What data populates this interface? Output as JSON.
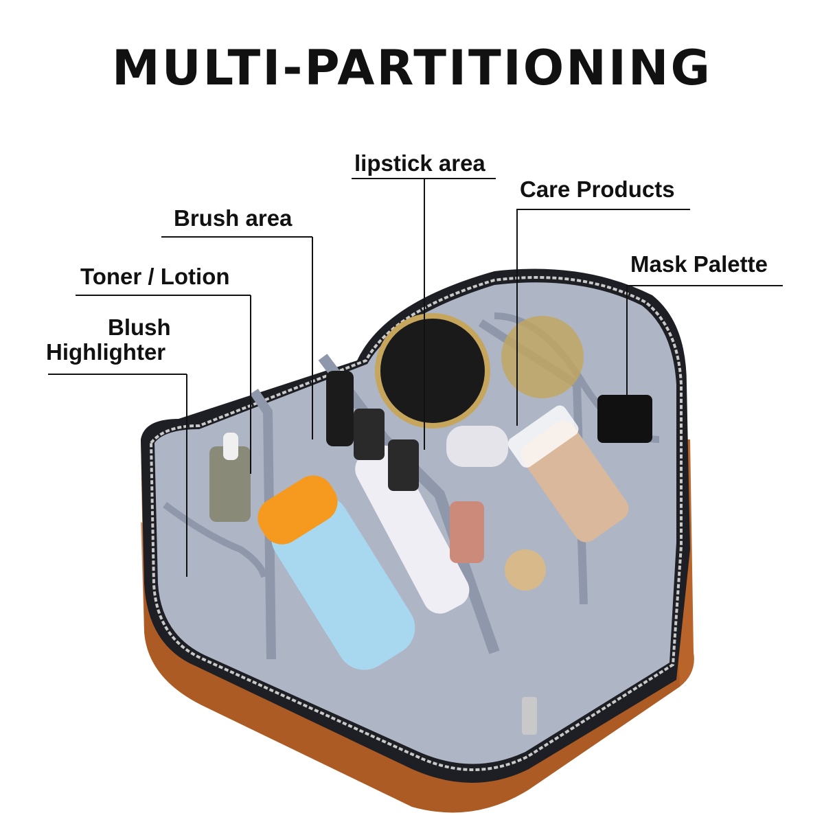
{
  "headline": "MULTI-PARTITIONING",
  "callouts": {
    "lipstick": "lipstick area",
    "care": "Care Products",
    "brush": "Brush area",
    "mask": "Mask Palette",
    "toner": "Toner / Lotion",
    "blush_line1": "Blush",
    "blush_line2": "Highlighter"
  },
  "colors": {
    "bag_leather": "#b8642a",
    "bag_trim": "#1e1f24",
    "lining": "#aeb6c6",
    "lining_dark": "#8f98aa",
    "zipper": "#c9c9c9",
    "text": "#111111"
  }
}
